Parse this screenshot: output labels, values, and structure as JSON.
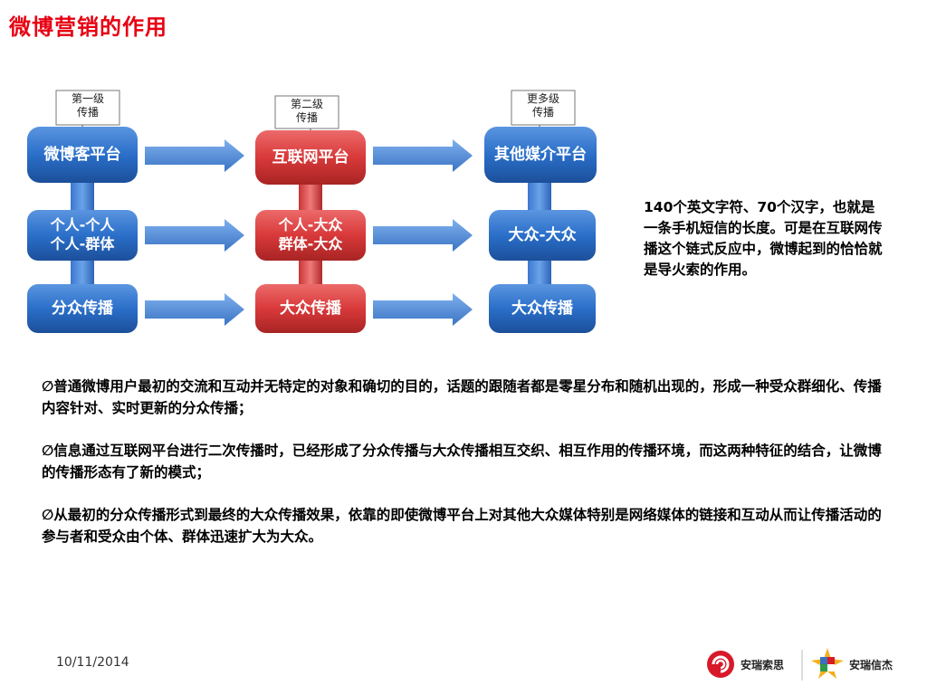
{
  "title": "微博营销的作用",
  "diagram": {
    "columns": [
      {
        "tag": "第一级\n传播",
        "boxes": [
          "微博客平台",
          "个人-个人\n个人-群体",
          "分众传播"
        ],
        "color": "blue"
      },
      {
        "tag": "第二级\n传播",
        "boxes": [
          "互联网平台",
          "个人-大众\n群体-大众",
          "大众传播"
        ],
        "color": "red"
      },
      {
        "tag": "更多级\n传播",
        "boxes": [
          "其他媒介平台",
          "大众-大众",
          "大众传播"
        ],
        "color": "blue"
      }
    ],
    "colors": {
      "blue": "#2a6fc9",
      "blue_dark": "#1c4f9a",
      "red": "#d9393a",
      "red_dark": "#a82424",
      "arrow": "#4a86d6"
    }
  },
  "side_text": "140个英文字符、70个汉字，也就是一条手机短信的长度。可是在互联网传播这个链式反应中，微博起到的恰恰就是导火索的作用。",
  "bullets": [
    "∅普通微博用户最初的交流和互动并无特定的对象和确切的目的，话题的跟随者都是零星分布和随机出现的，形成一种受众群细化、传播内容针对、实时更新的分众传播；",
    "∅信息通过互联网平台进行二次传播时，已经形成了分众传播与大众传播相互交织、相互作用的传播环境，而这两种特征的结合，让微博的传播形态有了新的模式；",
    "∅从最初的分众传播形式到最终的大众传播效果，依靠的即使微博平台上对其他大众媒体特别是网络媒体的链接和互动从而让传播活动的参与者和受众由个体、群体迅速扩大为大众。"
  ],
  "footer": {
    "date": "10/11/2014",
    "logo1": "安瑞索思",
    "logo2": "安瑞信杰"
  }
}
